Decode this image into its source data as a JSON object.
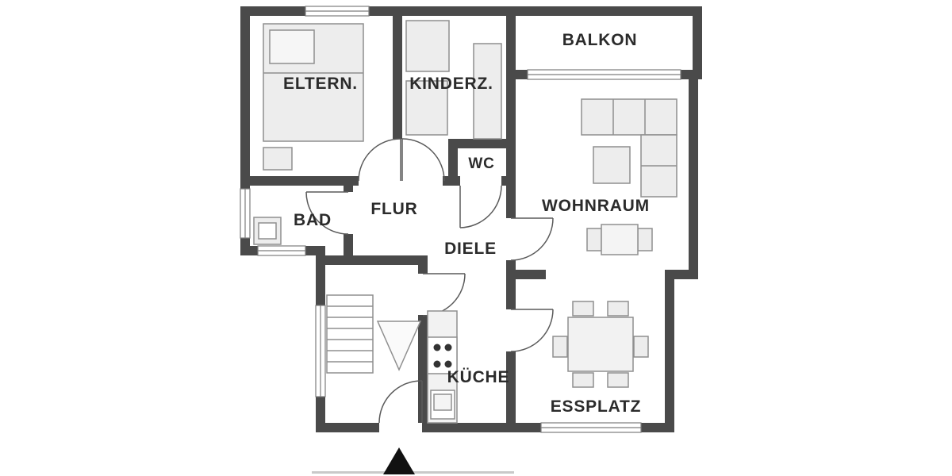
{
  "plan": {
    "type": "apartment-floor-plan",
    "rooms": [
      {
        "id": "balkon",
        "label": "BALKON"
      },
      {
        "id": "eltern",
        "label": "ELTERN."
      },
      {
        "id": "kinderz",
        "label": "KINDERZ."
      },
      {
        "id": "wc",
        "label": "WC"
      },
      {
        "id": "wohnraum",
        "label": "WOHNRAUM"
      },
      {
        "id": "bad",
        "label": "BAD"
      },
      {
        "id": "flur",
        "label": "FLUR"
      },
      {
        "id": "diele",
        "label": "DIELE"
      },
      {
        "id": "kueche",
        "label": "KÜCHE"
      },
      {
        "id": "essplatz",
        "label": "ESSPLATZ"
      }
    ],
    "furniture_icons": [
      "double-bed",
      "dresser",
      "wardrobe",
      "child-bed",
      "desk",
      "corner-sofa",
      "coffee-table",
      "side-table-with-chairs",
      "dining-table-six-chairs",
      "kitchen-counter",
      "stove-four-burners",
      "kitchen-sink",
      "bath-sink",
      "winder-stairs"
    ],
    "compass": {
      "icon": "north-arrow",
      "direction": "up"
    },
    "colors": {
      "wall": "#4a4a4a",
      "room_fill": "#ffffff",
      "furniture_fill": "#ededed",
      "furniture_stroke": "#8f8f8f",
      "label_text": "#2b2b2b",
      "north_arrow": "#111111"
    }
  }
}
